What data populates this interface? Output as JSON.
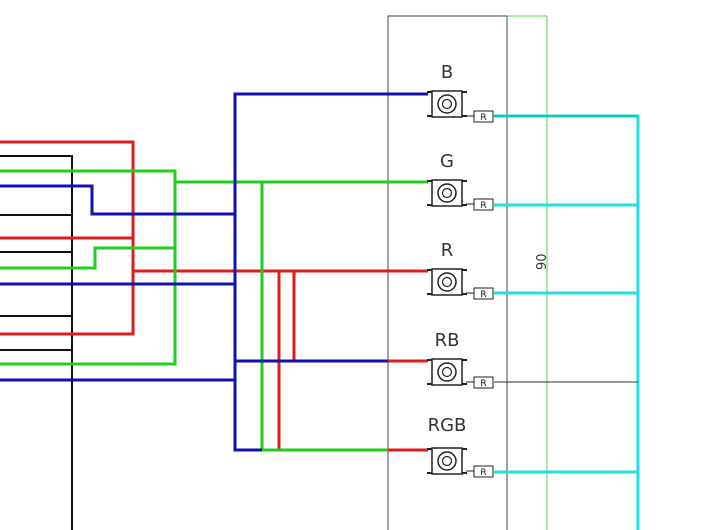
{
  "colors": {
    "red": "#e01b1b",
    "green": "#22cc22",
    "blue": "#1010b0",
    "cyan": "#22e0e0",
    "black": "#111111",
    "outline": "#444444",
    "guide_green": "#44dd44"
  },
  "buttons": [
    {
      "label": "B",
      "resistor": "R"
    },
    {
      "label": "G",
      "resistor": "R"
    },
    {
      "label": "R",
      "resistor": "R"
    },
    {
      "label": "RB",
      "resistor": "R"
    },
    {
      "label": "RGB",
      "resistor": "R"
    }
  ],
  "dimension_label": "90",
  "icons": {
    "button": "tactile-switch-icon",
    "resistor": "resistor-icon"
  }
}
